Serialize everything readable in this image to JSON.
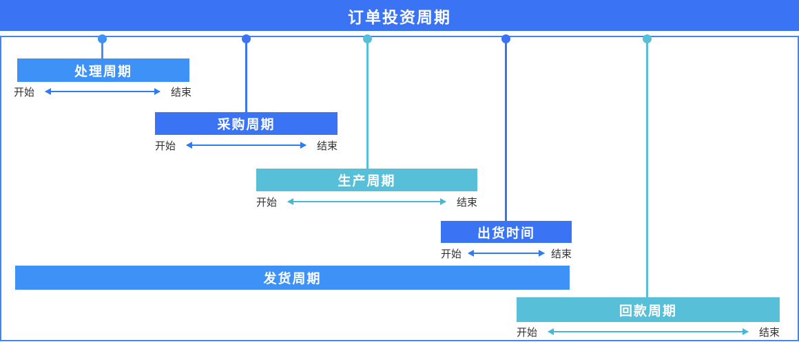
{
  "title": "订单投资周期",
  "colors": {
    "royal": "#3A74F5",
    "light": "#3E92F7",
    "teal": "#57BFD8",
    "arrow_blue": "#2E7CF0",
    "arrow_teal": "#45B8D6",
    "border": "#3E86F6",
    "label_text": "#333333"
  },
  "phases": [
    {
      "name": "处理周期",
      "start": "开始",
      "end": "结束",
      "color": "light"
    },
    {
      "name": "采购周期",
      "start": "开始",
      "end": "结束",
      "color": "royal"
    },
    {
      "name": "生产周期",
      "start": "开始",
      "end": "结束",
      "color": "teal"
    },
    {
      "name": "出货时间",
      "start": "开始",
      "end": "结束",
      "color": "royal"
    },
    {
      "name": "发货周期",
      "color": "light"
    },
    {
      "name": "回款周期",
      "start": "开始",
      "end": "结束",
      "color": "teal"
    }
  ]
}
